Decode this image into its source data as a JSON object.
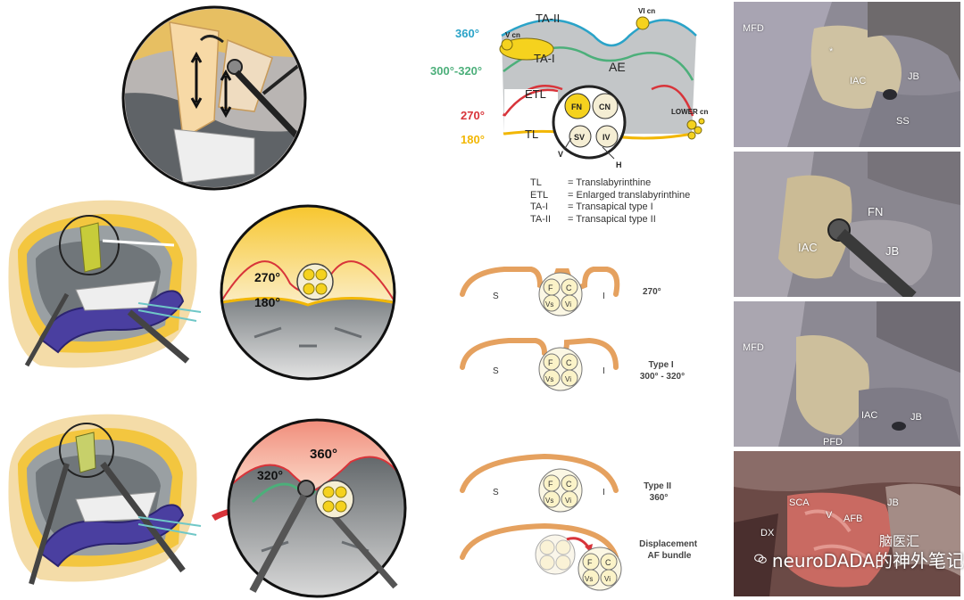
{
  "colors": {
    "c360": "#2aa3c8",
    "c300": "#4caf7a",
    "c270": "#d8343a",
    "c180": "#f2b705",
    "orange": "#e5a15f",
    "gray": "#9aa0a3",
    "dark": "#222222"
  },
  "top_diagram": {
    "deg_360": "360°",
    "deg_300_320": "300°-320°",
    "deg_270": "270°",
    "deg_180": "180°",
    "ta_ii": "TA-II",
    "ta_i": "TA-I",
    "etl": "ETL",
    "tl": "TL",
    "ae": "AE",
    "v_cn": "V cn",
    "vi_cn": "VI cn",
    "lower_cn": "LOWER cn",
    "fn": "FN",
    "cn": "CN",
    "sv": "SV",
    "iv": "IV",
    "v": "V",
    "h": "H"
  },
  "legend": [
    {
      "abbr": "TL",
      "desc": "= Translabyrinthine"
    },
    {
      "abbr": "ETL",
      "desc": "= Enlarged translabyrinthine"
    },
    {
      "abbr": "TA-I",
      "desc": "= Transapical type I"
    },
    {
      "abbr": "TA-II",
      "desc": "= Transapical type II"
    }
  ],
  "schematics": [
    {
      "left": "S",
      "right": "I",
      "label": "270°"
    },
    {
      "left": "S",
      "right": "I",
      "label": "Type I\n300° - 320°"
    },
    {
      "left": "S",
      "right": "I",
      "label": "Type II\n360°"
    },
    {
      "label": "Displacement\nAF bundle"
    }
  ],
  "nerves": {
    "f": "F",
    "c": "C",
    "vs": "Vs",
    "vi": "Vi"
  },
  "left_circles": {
    "mid_270": "270°",
    "mid_180": "180°",
    "bot_360": "360°",
    "bot_320": "320°"
  },
  "photos": [
    {
      "labels": [
        "MFD",
        "IAC",
        "JB",
        "SS",
        "*"
      ]
    },
    {
      "labels": [
        "FN",
        "IAC",
        "JB"
      ]
    },
    {
      "labels": [
        "MFD",
        "IAC",
        "JB",
        "PFD"
      ]
    },
    {
      "labels": [
        "SCA",
        "V",
        "AFB",
        "JB",
        "DX"
      ]
    }
  ],
  "watermark": {
    "text": "neuroDADA的神外笔记",
    "stamp": "脑医汇"
  }
}
